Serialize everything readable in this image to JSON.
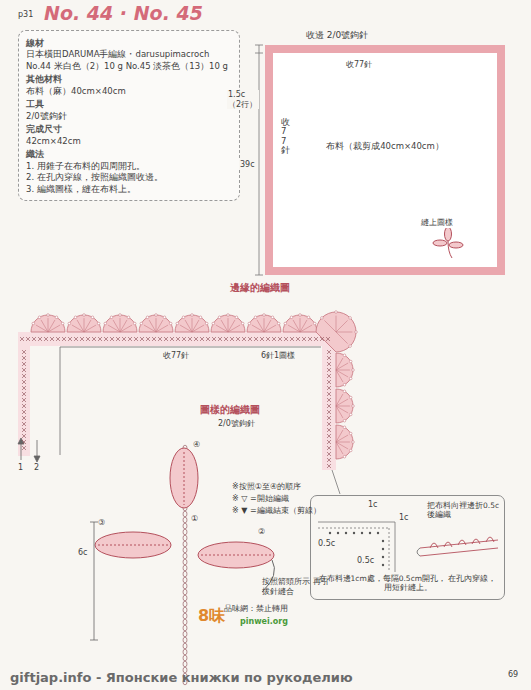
{
  "diagram": {
    "title": "No. 44 · No. 45",
    "nodes": [
      {
        "text": [
          "線材",
          "日本橫田DARUMA手編線・darusupimacroch",
          "No.44 米白色（2）10 g No.45 淡茶色（13）10 g",
          "其他材料",
          "布料（麻）40cm×40cm",
          "工具",
          "2/0號鉤針",
          "完成尺寸",
          "42cm×42cm",
          "織法",
          "1. 用錐子在布料的四周開孔。",
          "2. 在孔內穿線，按照編織圖收邊。",
          "3. 編織圖樣，縫在布料上。"
        ]
      },
      {
        "text": [
          "布料（裁剪成40cm×40cm）"
        ]
      },
      {
        "text": [
          "把布料向裡邊折0.5c 後編織",
          "在布料邊1cm處，每隔0.5cm開孔， 在孔內穿線，用短針縫上。"
        ]
      }
    ],
    "labels": [
      "p31",
      "收邊 2/0號鉤針",
      "1.5c （2行）",
      "39c",
      "收77針",
      "收77針",
      "縫上圖樣",
      "邊緣的編織圖",
      "6針1圖樣",
      "收77針",
      "1",
      "2",
      "圖樣的編織圖",
      "2/0號鉤針",
      "※按照①至④的順序",
      "※ ▽ =開始編織",
      "※ ▼ =編織結束（剪線）",
      "④",
      "①",
      "③",
      "②",
      "6c",
      "按照箭頭所示 再引拔針縫合",
      "品味網：禁止轉用",
      "8味",
      "pinwei.org",
      "1c",
      "0.5c",
      "0.5c",
      "1c",
      "giftjap.info - Японские книжки по рукоделию",
      "69"
    ]
  }
}
